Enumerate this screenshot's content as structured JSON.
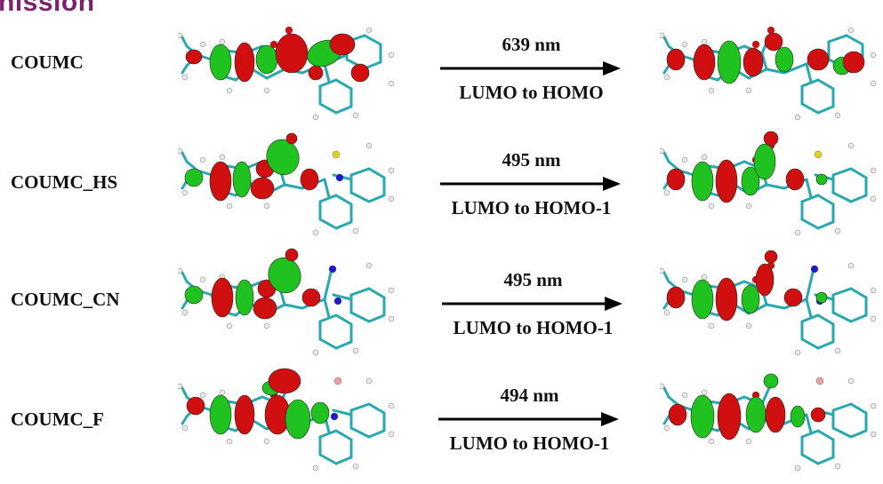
{
  "header": {
    "title_fragment": "nission"
  },
  "rows": [
    {
      "label": "COUMC",
      "wavelength": "639 nm",
      "transition": "LUMO to HOMO"
    },
    {
      "label": "COUMC_HS",
      "wavelength": "495 nm",
      "transition": "LUMO to HOMO-1"
    },
    {
      "label": "COUMC_CN",
      "wavelength": "495 nm",
      "transition": "LUMO to HOMO-1"
    },
    {
      "label": "COUMC_F",
      "wavelength": "494 nm",
      "transition": "LUMO to HOMO-1"
    }
  ],
  "colors": {
    "title": "#7b1f6e",
    "orbital_positive": "#1fc21f",
    "orbital_negative": "#d01010",
    "bond": "#2aa8b0",
    "hydrogen": "#e8e8e8",
    "oxygen": "#d01010",
    "nitrogen": "#1a1ad0",
    "sulfur": "#e0d020"
  }
}
